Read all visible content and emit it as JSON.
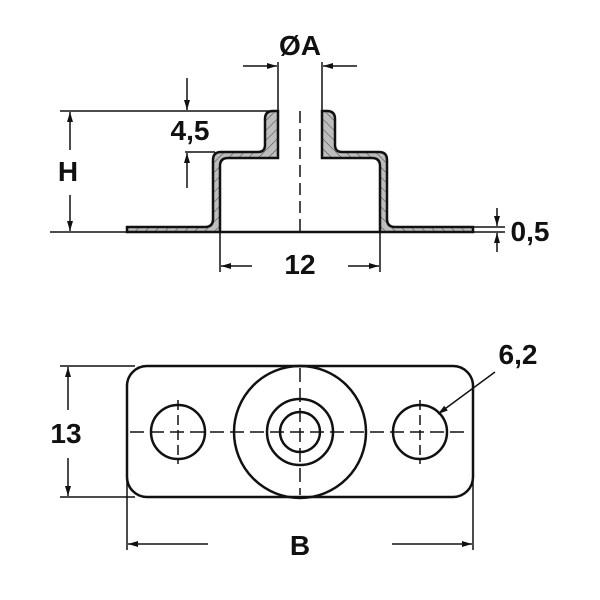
{
  "title": "Technical drawing of a flanged sheet-metal bearing plate with a raised collar",
  "dimensions": {
    "diameter_a": "ØA",
    "collar_height": "4,5",
    "height": "H",
    "thickness": "0,5",
    "inner_width": "12",
    "hole_diameter": "6,2",
    "plate_width": "13",
    "length": "B"
  },
  "colors": {
    "line": "#111111",
    "section_fill": "#bdbdbd"
  }
}
